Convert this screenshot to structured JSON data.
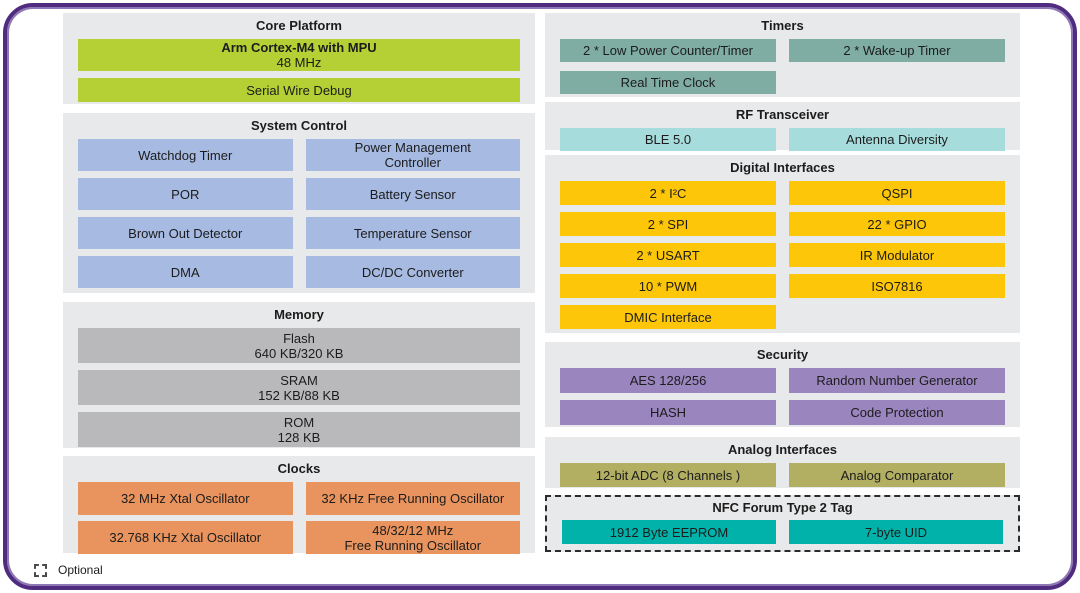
{
  "colors": {
    "green": "#b4d035",
    "blue": "#a6bae2",
    "gray": "#b9b9bb",
    "orange": "#e9945e",
    "teal": "#7fada4",
    "cyan": "#a7dcdc",
    "yellow": "#fdc608",
    "purple": "#9a85bf",
    "olive": "#b2af62",
    "nfc_teal": "#00b2aa",
    "section_bg": "#e8e9ea",
    "frame_border": "#4f2c80",
    "frame_border_inner": "#8f76b4"
  },
  "sections": {
    "core_platform": {
      "title": "Core Platform",
      "blocks": [
        {
          "lines": [
            "Arm Cortex-M4 with MPU",
            "48 MHz"
          ]
        },
        {
          "lines": [
            "Serial Wire Debug"
          ]
        }
      ]
    },
    "system_control": {
      "title": "System Control",
      "blocks": [
        {
          "lines": [
            "Watchdog Timer"
          ]
        },
        {
          "lines": [
            "Power Management",
            "Controller"
          ]
        },
        {
          "lines": [
            "POR"
          ]
        },
        {
          "lines": [
            "Battery Sensor"
          ]
        },
        {
          "lines": [
            "Brown Out Detector"
          ]
        },
        {
          "lines": [
            "Temperature Sensor"
          ]
        },
        {
          "lines": [
            "DMA"
          ]
        },
        {
          "lines": [
            "DC/DC Converter"
          ]
        }
      ]
    },
    "memory": {
      "title": "Memory",
      "blocks": [
        {
          "lines": [
            "Flash",
            "640 KB/320 KB"
          ]
        },
        {
          "lines": [
            "SRAM",
            "152 KB/88 KB"
          ]
        },
        {
          "lines": [
            "ROM",
            "128 KB"
          ]
        }
      ]
    },
    "clocks": {
      "title": "Clocks",
      "blocks": [
        {
          "lines": [
            "32 MHz Xtal Oscillator"
          ]
        },
        {
          "lines": [
            "32 KHz Free Running Oscillator"
          ]
        },
        {
          "lines": [
            "32.768 KHz Xtal Oscillator"
          ]
        },
        {
          "lines": [
            "48/32/12 MHz",
            "Free Running Oscillator"
          ]
        }
      ]
    },
    "timers": {
      "title": "Timers",
      "blocks": [
        {
          "lines": [
            "2 * Low Power Counter/Timer"
          ]
        },
        {
          "lines": [
            "2 * Wake-up Timer"
          ]
        },
        {
          "lines": [
            "Real Time Clock"
          ]
        }
      ]
    },
    "rf_transceiver": {
      "title": "RF Transceiver",
      "blocks": [
        {
          "lines": [
            "BLE 5.0"
          ]
        },
        {
          "lines": [
            "Antenna Diversity"
          ]
        }
      ]
    },
    "digital_interfaces": {
      "title": "Digital Interfaces",
      "blocks": [
        {
          "lines": [
            "2 * I²C"
          ]
        },
        {
          "lines": [
            "QSPI"
          ]
        },
        {
          "lines": [
            "2 * SPI"
          ]
        },
        {
          "lines": [
            "22 * GPIO"
          ]
        },
        {
          "lines": [
            "2 * USART"
          ]
        },
        {
          "lines": [
            "IR Modulator"
          ]
        },
        {
          "lines": [
            "10 * PWM"
          ]
        },
        {
          "lines": [
            "ISO7816"
          ]
        },
        {
          "lines": [
            "DMIC Interface"
          ]
        }
      ]
    },
    "security": {
      "title": "Security",
      "blocks": [
        {
          "lines": [
            "AES 128/256"
          ]
        },
        {
          "lines": [
            "Random Number Generator"
          ]
        },
        {
          "lines": [
            "HASH"
          ]
        },
        {
          "lines": [
            "Code Protection"
          ]
        }
      ]
    },
    "analog_interfaces": {
      "title": "Analog Interfaces",
      "blocks": [
        {
          "lines": [
            "12-bit ADC (8 Channels )"
          ]
        },
        {
          "lines": [
            "Analog Comparator"
          ]
        }
      ]
    },
    "nfc": {
      "title": "NFC Forum Type 2 Tag",
      "optional": true,
      "blocks": [
        {
          "lines": [
            "1912 Byte EEPROM"
          ]
        },
        {
          "lines": [
            "7-byte UID"
          ]
        }
      ]
    }
  },
  "legend": {
    "label": "Optional"
  }
}
